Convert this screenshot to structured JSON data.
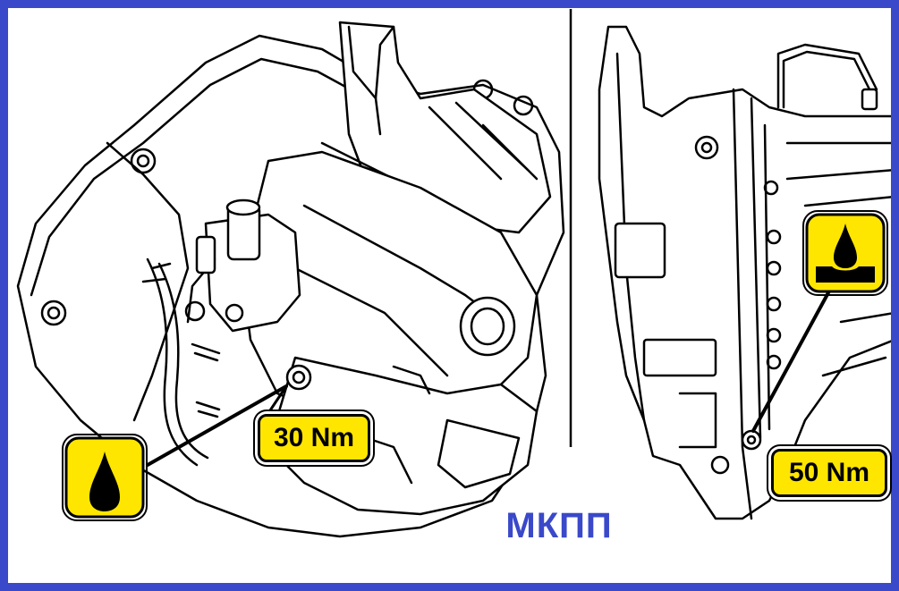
{
  "colors": {
    "frame": "#3a49c9",
    "badge": "#ffe600",
    "ink": "#000000",
    "caption": "#3a49c9"
  },
  "left_view": {
    "torque_label": "30 Nm",
    "icon": "oil-drop-icon"
  },
  "right_view": {
    "torque_label": "50 Nm",
    "icon": "oil-level-icon"
  },
  "caption": "МКПП"
}
